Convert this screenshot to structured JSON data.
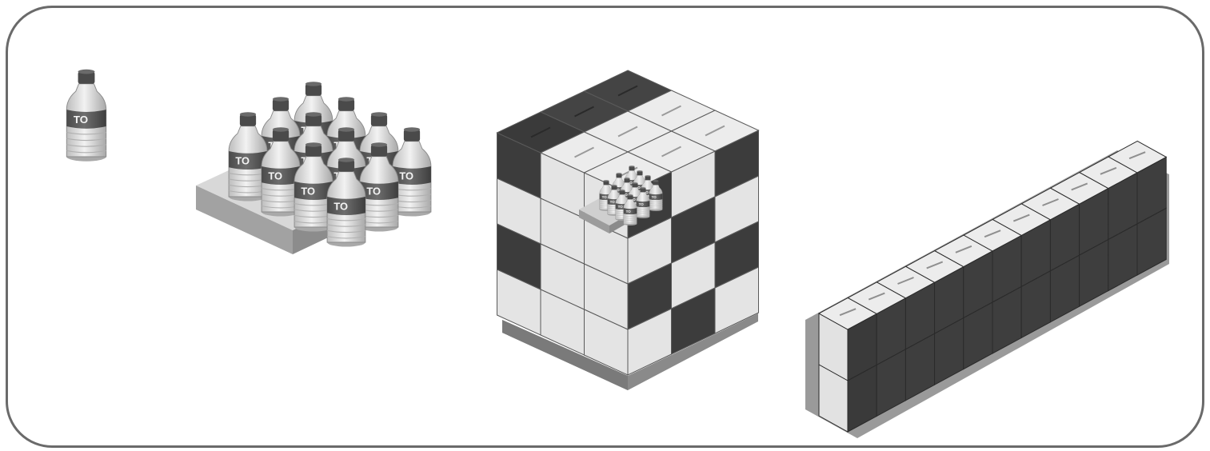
{
  "figure": {
    "stages": [
      {
        "id": "single-bottle",
        "bottle_count": 1,
        "label_text": "TO"
      },
      {
        "id": "bottle-pack",
        "rows": 3,
        "cols": 4,
        "bottle_count": 12,
        "label_text": "TO"
      },
      {
        "id": "pallet-of-cases",
        "layers": 4,
        "cases_per_side": 3,
        "inset_pack_bottles": 12
      },
      {
        "id": "container-load",
        "tiers": 2,
        "cases_along_length": 11
      }
    ],
    "colors": {
      "frame": "#6a6a6a",
      "dark_case": "#3c3c3c",
      "light_case": "#e4e4e4",
      "bottle_body": "#dcdcdc",
      "bottle_label": "#5a5a5a",
      "tray": "#9a9a9a"
    }
  }
}
